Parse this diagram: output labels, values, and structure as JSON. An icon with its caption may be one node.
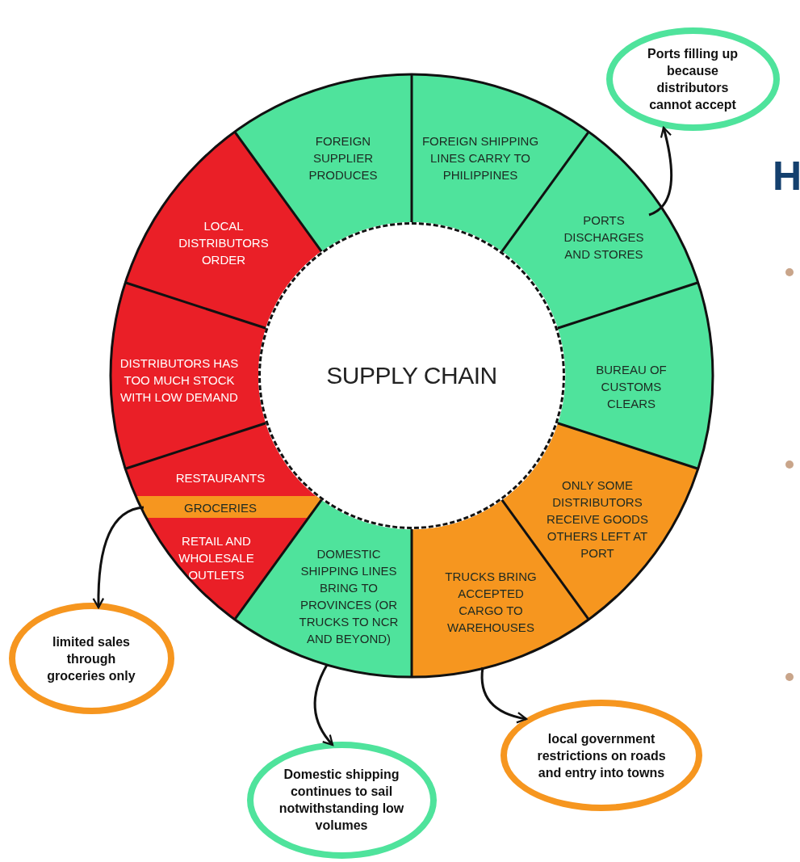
{
  "diagram": {
    "nodes": [
      {
        "text": [
          "SUPPLY CHAIN"
        ]
      },
      {
        "text": [
          "FOREIGN SUPPLIER PRODUCES"
        ]
      },
      {
        "text": [
          "FOREIGN SHIPPING LINES CARRY TO PHILIPPINES"
        ]
      },
      {
        "text": [
          "PORTS DISCHARGES AND STORES"
        ]
      },
      {
        "text": [
          "Ports filling up because distributors cannot accept"
        ]
      },
      {
        "text": [
          "BUREAU OF CUSTOMS CLEARS"
        ]
      },
      {
        "text": [
          "ONLY SOME DISTRIBUTORS RECEIVE GOODS OTHERS LEFT AT PORT"
        ]
      },
      {
        "text": [
          "TRUCKS BRING ACCEPTED CARGO TO WAREHOUSES"
        ]
      },
      {
        "text": [
          "local government restrictions on roads and entry into towns"
        ]
      },
      {
        "text": [
          "DOMESTIC SHIPPING LINES BRING TO PROVINCES (OR TRUCKS TO NCR AND BEYOND)"
        ]
      },
      {
        "text": [
          "Domestic shipping continues to sail notwithstanding low volumes"
        ]
      },
      {
        "text": [
          "RESTAURANTS"
        ]
      },
      {
        "text": [
          "GROCERIES"
        ]
      },
      {
        "text": [
          "RETAIL AND WHOLESALE OUTLETS"
        ]
      },
      {
        "text": [
          "limited sales through groceries only"
        ]
      },
      {
        "text": [
          "DISTRIBUTORS HAS TOO MUCH STOCK WITH LOW DEMAND"
        ]
      },
      {
        "text": [
          "LOCAL DISTRIBUTORS ORDER"
        ]
      }
    ],
    "edges": [
      {
        "from": 3,
        "to": 4,
        "arrow": "to"
      },
      {
        "from": 7,
        "to": 8,
        "arrow": "to"
      },
      {
        "from": 9,
        "to": 10,
        "arrow": "to"
      },
      {
        "from": 12,
        "to": 14,
        "arrow": "to"
      }
    ],
    "labels": [
      "H"
    ]
  }
}
